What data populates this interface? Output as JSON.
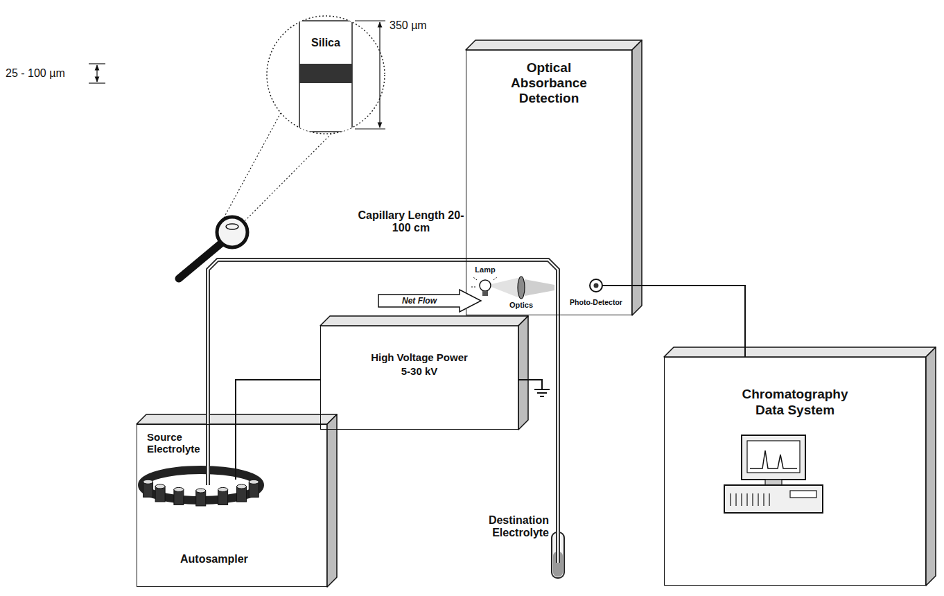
{
  "diagram": {
    "nodes": [
      {
        "text": [
          "Silica"
        ]
      },
      {
        "text": [
          "Optical Absorbance Detection"
        ]
      },
      {
        "text": [
          "Net Flow"
        ]
      },
      {
        "text": [
          "High Voltage Power",
          "5-30 kV"
        ]
      },
      {
        "text": [
          "Source Electrolyte",
          "Autosampler"
        ]
      },
      {
        "text": [
          "Chromatography Data System"
        ]
      }
    ],
    "edges": [
      {
        "from": 4,
        "to": 1,
        "arrow": "none"
      },
      {
        "from": 3,
        "to": 4,
        "arrow": "none"
      },
      {
        "from": 1,
        "to": 5,
        "arrow": "none"
      }
    ],
    "labels": [
      "25 - 100 µm",
      "350 µm",
      "Capillary Length 20-100 cm",
      "Lamp",
      "Optics",
      "Photo-Detector",
      "Destination Electrolyte"
    ]
  }
}
